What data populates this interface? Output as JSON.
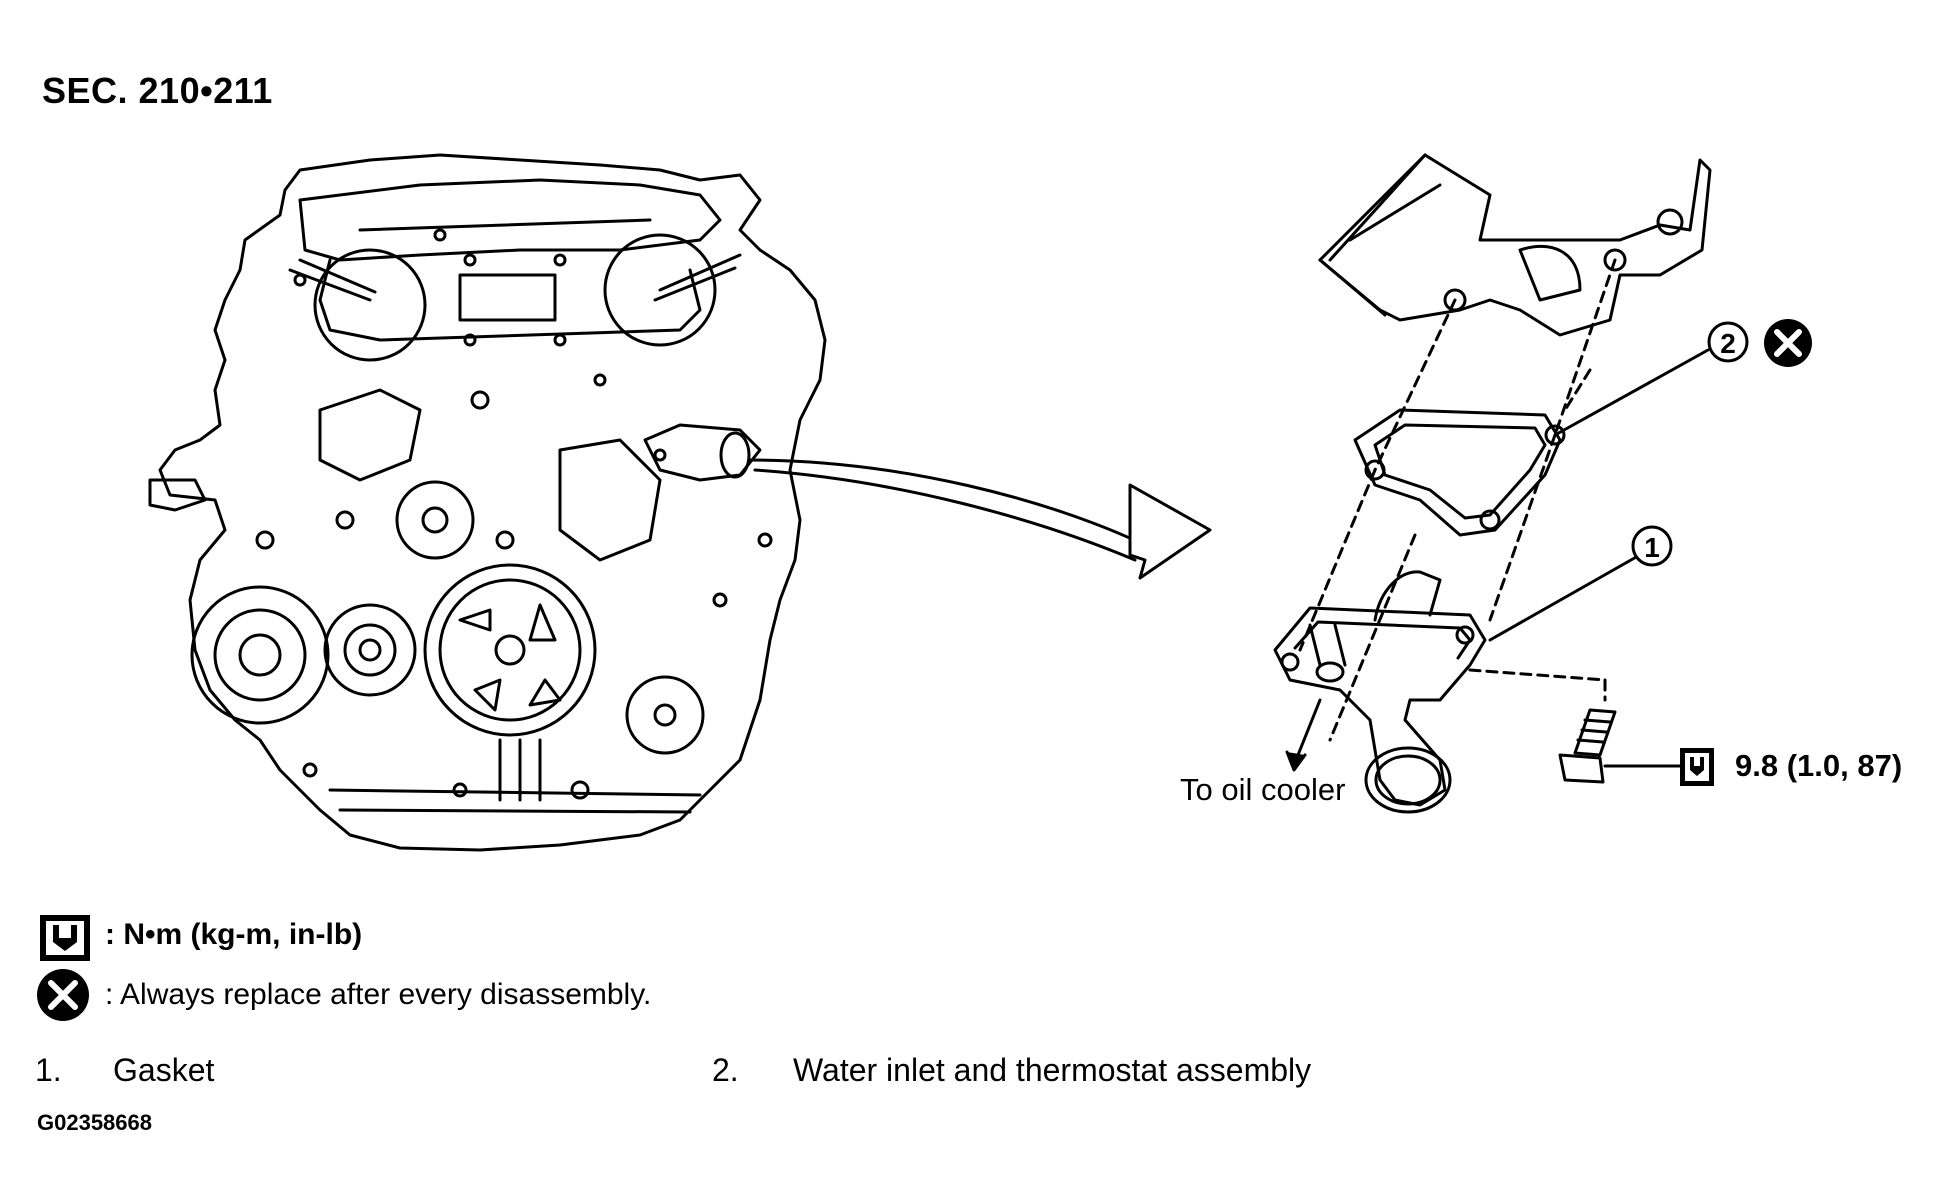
{
  "header": {
    "section": "SEC. 210•211"
  },
  "callouts": {
    "part1_number": "1",
    "part2_number": "2",
    "oil_cooler_label": "To oil cooler",
    "torque_value": "9.8 (1.0, 87)"
  },
  "legend": {
    "torque_units": ": N•m  (kg-m,  in-lb)",
    "replace_note": ": Always replace after every disassembly."
  },
  "parts": [
    {
      "number": "1.",
      "label": "Gasket"
    },
    {
      "number": "2.",
      "label": "Water inlet and thermostat assembly"
    }
  ],
  "figure_id": "G02358668",
  "icons": {
    "torque": "torque-wrench-icon",
    "replace": "replace-x-icon"
  }
}
